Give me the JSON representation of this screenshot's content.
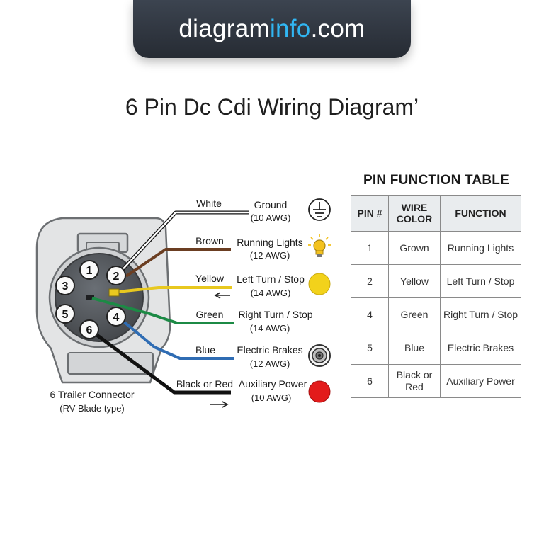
{
  "header": {
    "logo_part1": "diagram",
    "logo_part2": "info",
    "logo_part3": ".com"
  },
  "title": "6 Pin Dc Cdi Wiring Diagram’",
  "connector": {
    "label_line1": "6 Trailer Connector",
    "label_line2": "(RV Blade type)",
    "pin_numbers": [
      "1",
      "2",
      "3",
      "4",
      "5",
      "6"
    ]
  },
  "wires": [
    {
      "color_name": "White",
      "function": "Ground",
      "gauge": "(10 AWG)",
      "stroke": "#ffffff",
      "icon": "ground-symbol-icon"
    },
    {
      "color_name": "Brown",
      "function": "Running Lights",
      "gauge": "(12 AWG)",
      "stroke": "#6b3e22",
      "icon": "light-bulb-icon"
    },
    {
      "color_name": "Yellow",
      "function": "Left Turn / Stop",
      "gauge": "(14 AWG)",
      "stroke": "#e8c81f",
      "icon": "yellow-dot-icon"
    },
    {
      "color_name": "Green",
      "function": "Right Turn / Stop",
      "gauge": "(14 AWG)",
      "stroke": "#1c8a45",
      "icon": "none"
    },
    {
      "color_name": "Blue",
      "function": "Electric Brakes",
      "gauge": "(12 AWG)",
      "stroke": "#2f6cb3",
      "icon": "brake-disc-icon"
    },
    {
      "color_name": "Black or Red",
      "function": "Auxiliary Power",
      "gauge": "(10 AWG)",
      "stroke": "#111111",
      "icon": "red-dot-icon"
    }
  ],
  "colors": {
    "yellow_dot": "#f2d21b",
    "red_dot": "#e31b1b",
    "bulb": "#f3c21f",
    "accent": "#31b6f2"
  },
  "table": {
    "title": "PIN FUNCTION TABLE",
    "headers": {
      "pin": "PIN #",
      "wire_line1": "WIRE",
      "wire_line2": "COLOR",
      "function": "FUNCTION"
    },
    "rows": [
      {
        "pin": "1",
        "wire": "Grown",
        "wire2": "",
        "function": "Running Lights"
      },
      {
        "pin": "2",
        "wire": "Yellow",
        "wire2": "",
        "function": "Left Turn / Stop"
      },
      {
        "pin": "4",
        "wire": "Green",
        "wire2": "",
        "function": "Right Turn / Stop"
      },
      {
        "pin": "5",
        "wire": "Blue",
        "wire2": "",
        "function": "Electric Brakes"
      },
      {
        "pin": "6",
        "wire": "Black or",
        "wire2": "Red",
        "function": "Auxiliary Power"
      }
    ]
  }
}
